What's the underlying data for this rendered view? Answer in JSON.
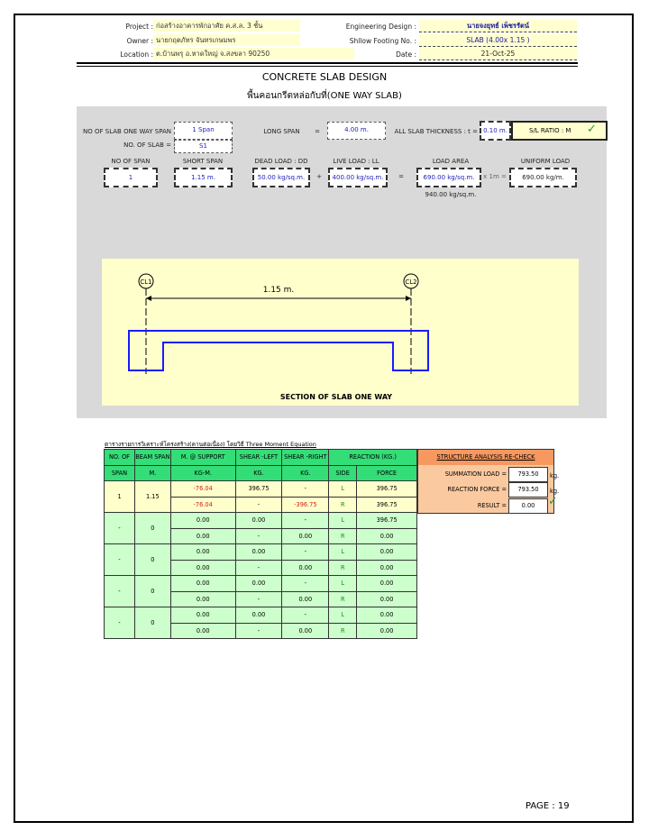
{
  "header": {
    "project_label": "Project :",
    "project": "ก่อสร้างอาคารพักอาศัย ค.ส.ล. 3 ชั้น",
    "owner_label": "Owner :",
    "owner": "นายกฤตภัทร จันทรเกษมพร",
    "location_label": "Location :",
    "location": "ต.บ้านพรุ อ.หาดใหญ่ จ.สงขลา 90250",
    "eng_label": "Engineering Design :",
    "eng": "นายจงยุทธ์ เพ็ชรรัตน์",
    "footing_label": "Shllow Footing No. :",
    "footing": "SLAB (4.00x 1.15 )",
    "date_label": "Date :",
    "date": "21-Oct-25"
  },
  "title": "CONCRETE SLAB DESIGN",
  "subtitle": "พื้นคอนกรีตหล่อกับที่(ONE WAY SLAB)",
  "inputs": {
    "one_way_label": "NO OF SLAB ONE WAY SPAN",
    "one_way": "1 Span",
    "slab_no_label": "NO. OF SLAB =",
    "slab_no": "S1",
    "long_span_label": "LONG SPAN",
    "eq": "=",
    "long_span": "4.00 m.",
    "thick_label": "ALL SLAB THICKNESS : t =",
    "thick": "0.10 m.",
    "ratio": "S/L RATIO : M",
    "check": "✓",
    "no_span_label": "NO OF SPAN",
    "no_span": "1",
    "short_label": "SHORT SPAN",
    "short": "1.15 m.",
    "dead_label": "DEAD LOAD : DD",
    "dead": "50.00 kg/sq.m.",
    "plus": "+",
    "live_label": "LIVE LOAD : LL",
    "live": "400.00 kg/sq.m.",
    "area_label": "LOAD AREA",
    "area": "690.00 kg/sq.m.",
    "x1m": "x 1m =",
    "uniform_label": "UNIFORM LOAD",
    "uniform": "690.00 kg/m.",
    "sum": "940.00 kg/sq.m."
  },
  "diagram": {
    "cl1": "CL1",
    "cl2": "CL2",
    "span": "1.15 m.",
    "caption": "SECTION OF SLAB ONE WAY"
  },
  "table": {
    "title": "ตารางรายการวิเคราะห์โครงสร้าง(คานต่อเนื่อง) โดยวิธี Three Moment Equation",
    "h1": [
      "NO. OF",
      "BEAM SPAN",
      "M. @ SUPPORT",
      "SHEAR -LEFT",
      "SHEAR -RIGHT",
      "REACTION (KG.)"
    ],
    "h2": [
      "SPAN",
      "M.",
      "KG-M.",
      "KG.",
      "KG.",
      "SIDE",
      "FORCE"
    ],
    "spans": [
      {
        "no": "1",
        "len": "1.15",
        "rows": [
          {
            "m": "-76.04",
            "sl": "396.75",
            "sr": "-",
            "side": "L",
            "f": "396.75"
          },
          {
            "m": "-76.04",
            "sl": "-",
            "sr": "-396.75",
            "side": "R",
            "f": "396.75"
          }
        ]
      },
      {
        "no": "-",
        "len": "0",
        "rows": [
          {
            "m": "0.00",
            "sl": "0.00",
            "sr": "-",
            "side": "L",
            "f": "396.75"
          },
          {
            "m": "0.00",
            "sl": "-",
            "sr": "0.00",
            "side": "R",
            "f": "0.00"
          }
        ]
      },
      {
        "no": "-",
        "len": "0",
        "rows": [
          {
            "m": "0.00",
            "sl": "0.00",
            "sr": "-",
            "side": "L",
            "f": "0.00"
          },
          {
            "m": "0.00",
            "sl": "-",
            "sr": "0.00",
            "side": "R",
            "f": "0.00"
          }
        ]
      },
      {
        "no": "-",
        "len": "0",
        "rows": [
          {
            "m": "0.00",
            "sl": "0.00",
            "sr": "-",
            "side": "L",
            "f": "0.00"
          },
          {
            "m": "0.00",
            "sl": "-",
            "sr": "0.00",
            "side": "R",
            "f": "0.00"
          }
        ]
      },
      {
        "no": "-",
        "len": "0",
        "rows": [
          {
            "m": "0.00",
            "sl": "0.00",
            "sr": "-",
            "side": "L",
            "f": "0.00"
          },
          {
            "m": "0.00",
            "sl": "-",
            "sr": "0.00",
            "side": "R",
            "f": "0.00"
          }
        ]
      }
    ]
  },
  "recheck": {
    "title": "STRUCTURE ANALYSIS RE-CHECK",
    "sum_label": "SUMMATION  LOAD =",
    "sum": "793.50",
    "unit": "kg.",
    "react_label": "REACTION FORCE =",
    "react": "793.50",
    "result_label": "RESULT =",
    "result": "0.00",
    "check": "✓"
  },
  "page": "PAGE : 19"
}
